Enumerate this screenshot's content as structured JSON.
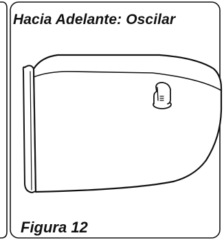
{
  "panel": {
    "title": "Hacia Adelante: Oscilar",
    "caption": "Figura 12"
  },
  "colors": {
    "line": "#111111",
    "fill": "#ffffff"
  },
  "icons": [
    "garage-door-opener-cover-illustration",
    "release-handle-icon"
  ]
}
